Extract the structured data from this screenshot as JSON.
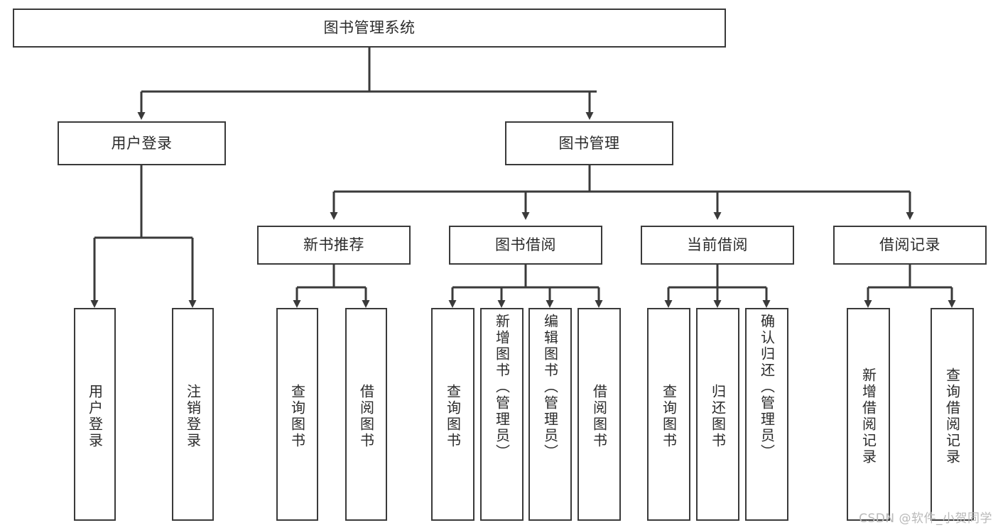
{
  "diagram": {
    "type": "hierarchy-tree",
    "title": "图书管理系统",
    "watermark": "CSDN @软件_小贺同学",
    "colors": {
      "background": "#ffffff",
      "border": "#3a3a3a",
      "text": "#2b2b2b",
      "connector": "#3a3a3a",
      "watermark": "#b9b9b9"
    },
    "root": {
      "label": "图书管理系统"
    },
    "level2": [
      {
        "label": "用户登录"
      },
      {
        "label": "图书管理"
      }
    ],
    "level3": [
      {
        "label": "新书推荐"
      },
      {
        "label": "图书借阅"
      },
      {
        "label": "当前借阅"
      },
      {
        "label": "借阅记录"
      }
    ],
    "leaves": {
      "user_login": [
        {
          "label": "用户登录"
        },
        {
          "label": "注销登录"
        }
      ],
      "new_book": [
        {
          "label": "查询图书"
        },
        {
          "label": "借阅图书"
        }
      ],
      "book_borrow": [
        {
          "label": "查询图书"
        },
        {
          "label": "新增图书（管理员）"
        },
        {
          "label": "编辑图书（管理员）"
        },
        {
          "label": "借阅图书"
        }
      ],
      "current_borrow": [
        {
          "label": "查询图书"
        },
        {
          "label": "归还图书"
        },
        {
          "label": "确认归还（管理员）"
        }
      ],
      "borrow_record": [
        {
          "label": "新增借阅记录"
        },
        {
          "label": "查询借阅记录"
        }
      ]
    }
  }
}
